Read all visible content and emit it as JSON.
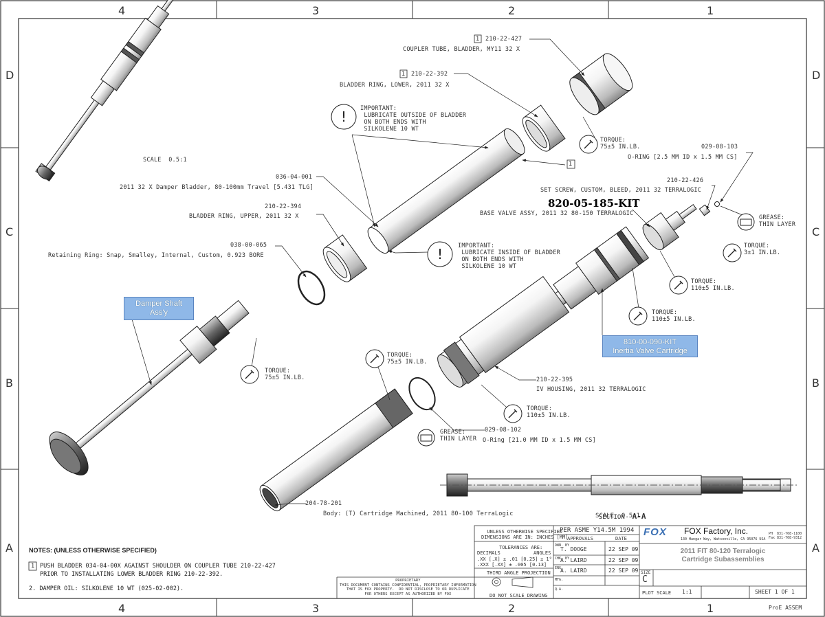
{
  "zones": {
    "cols": [
      "4",
      "3",
      "2",
      "1"
    ],
    "rows": [
      "D",
      "C",
      "B",
      "A"
    ]
  },
  "scale_note": "SCALE  0.5:1",
  "callouts": {
    "coupler_tube_pn": "210-22-427",
    "coupler_tube_desc": "COUPLER TUBE, BLADDER, MY11 32 X",
    "bladder_ring_lower_pn": "210-22-392",
    "bladder_ring_lower_desc": "BLADDER RING, LOWER, 2011 32 X",
    "important_outside": "IMPORTANT:\n LUBRICATE OUTSIDE OF BLADDER\n ON BOTH ENDS WITH\n SILKOLENE 10 WT",
    "torque_coupler": "TORQUE:\n75±5 IN.LB.",
    "oring_small_pn": "029-08-103",
    "oring_small_desc": "O-RING [2.5 MM ID x 1.5 MM CS]",
    "bladder_pn": "036-04-001",
    "bladder_desc": "2011 32 X Damper Bladder, 80-100mm Travel [5.431 TLG]",
    "setscrew_pn": "210-22-426",
    "setscrew_desc": "SET SCREW, CUSTOM, BLEED, 2011 32 TERRALOGIC",
    "basevalve_kit": "820-05-185-KIT",
    "basevalve_desc": "BASE VALVE ASSY, 2011 32 80-150 TERRALOGIC",
    "bladder_ring_upper_pn": "210-22-394",
    "bladder_ring_upper_desc": "BLADDER RING, UPPER, 2011 32 X",
    "grease_thin": "GREASE:\nTHIN LAYER",
    "torque_3": "TORQUE:\n3±1 IN.LB.",
    "retaining_ring_pn": "038-00-065",
    "retaining_ring_desc": "Retaining Ring: Snap, Smalley, Internal, Custom, 0.923 BORE",
    "important_inside": "IMPORTANT:\n LUBRICATE INSIDE OF BLADDER\n ON BOTH ENDS WITH\n SILKOLENE 10 WT",
    "torque_110_a": "TORQUE:\n110±5 IN.LB.",
    "torque_110_b": "TORQUE:\n110±5 IN.LB.",
    "damper_shaft": "Damper Shaft\nAss'y",
    "inertia_kit": "810-00-090-KIT\nInertia Valve Cartridge",
    "torque_75_a": "TORQUE:\n75±5 IN.LB.",
    "torque_75_b": "TORQUE:\n75±5 IN.LB.",
    "iv_housing_pn": "210-22-395",
    "iv_housing_desc": "IV HOUSING, 2011 32 TERRALOGIC",
    "torque_110_c": "TORQUE:\n110±5 IN.LB.",
    "grease_thin_2": "GREASE:\nTHIN LAYER",
    "oring_large_pn": "029-08-102",
    "oring_large_desc": "O-Ring [21.0 MM ID x 1.5 MM CS]",
    "body_pn": "204-78-201",
    "body_desc": "Body: (T) Cartridge Machined, 2011 80-100 TerraLogic",
    "flag_1": "1"
  },
  "section": {
    "label": "SECTION",
    "id": "A-A",
    "scale": "SCALE  0.5:1"
  },
  "notes": {
    "heading": "NOTES: (UNLESS OTHERWISE SPECIFIED)",
    "note1": "PUSH BLADDER 034-04-00X AGAINST SHOULDER ON COUPLER TUBE 210-22-427\nPRIOR TO INSTALLATING LOWER BLADDER RING 210-22-392.",
    "note2": "2. DAMPER OIL: SILKOLENE 10 WT (025-02-002)."
  },
  "title_block": {
    "unless": "UNLESS OTHERWISE SPECIFIED\nDIMENSIONS ARE IN: INCHES [MM]",
    "tolerances": "TOLERANCES ARE:",
    "decimals": "DECIMALS",
    "angles": "ANGLES",
    "tol_lines": ".XX [.X] ± .01 [0.25]\n.XXX [.XX] ± .005 [0.13]",
    "angle_tol": "± 1°",
    "projection": "THIRD ANGLE PROJECTION",
    "no_scale": "DO NOT SCALE DRAWING",
    "proprietary": "PROPRIETARY\nTHIS DOCUMENT CONTAINS CONFIDENTIAL, PROPRIETARY INFORMATION\nTHAT IS FOX PROPERTY.  DO NOT DISCLOSE TO OR DUPLICATE\nFOR OTHERS EXCEPT AS AUTHORIZED BY FOX",
    "per_asme": "PER ASME Y14.5M 1994",
    "approvals": "APPROVALS",
    "date_hdr": "DATE",
    "dwn_by": "DWN. BY",
    "dwn_name": "T. DOOGE",
    "dwn_date": "22 SEP 09",
    "chk_by": "CHK. BY",
    "chk_name": "A. LAIRD",
    "chk_date": "22 SEP 09",
    "eng": "ENG.",
    "eng_name": "A. LAIRD",
    "eng_date": "22 SEP 09",
    "mfg": "MFG.",
    "qa": "Q.A.",
    "fox_logo": "FOX",
    "company": "FOX Factory, Inc.",
    "address": "130 Hangar Way, Watsonville, CA 95076 USA",
    "phone": "PH  831-768-1100\nFax 831-768-9312",
    "drawing_title": "2011 FIT 80-120 Terralogic\nCartridge Subassemblies",
    "size_lbl": "SIZE",
    "size": "C",
    "plot_scale_lbl": "PLOT SCALE",
    "plot_scale": "1:1",
    "sheet": "SHEET 1 OF 1",
    "proe": "ProE ASSEM"
  }
}
